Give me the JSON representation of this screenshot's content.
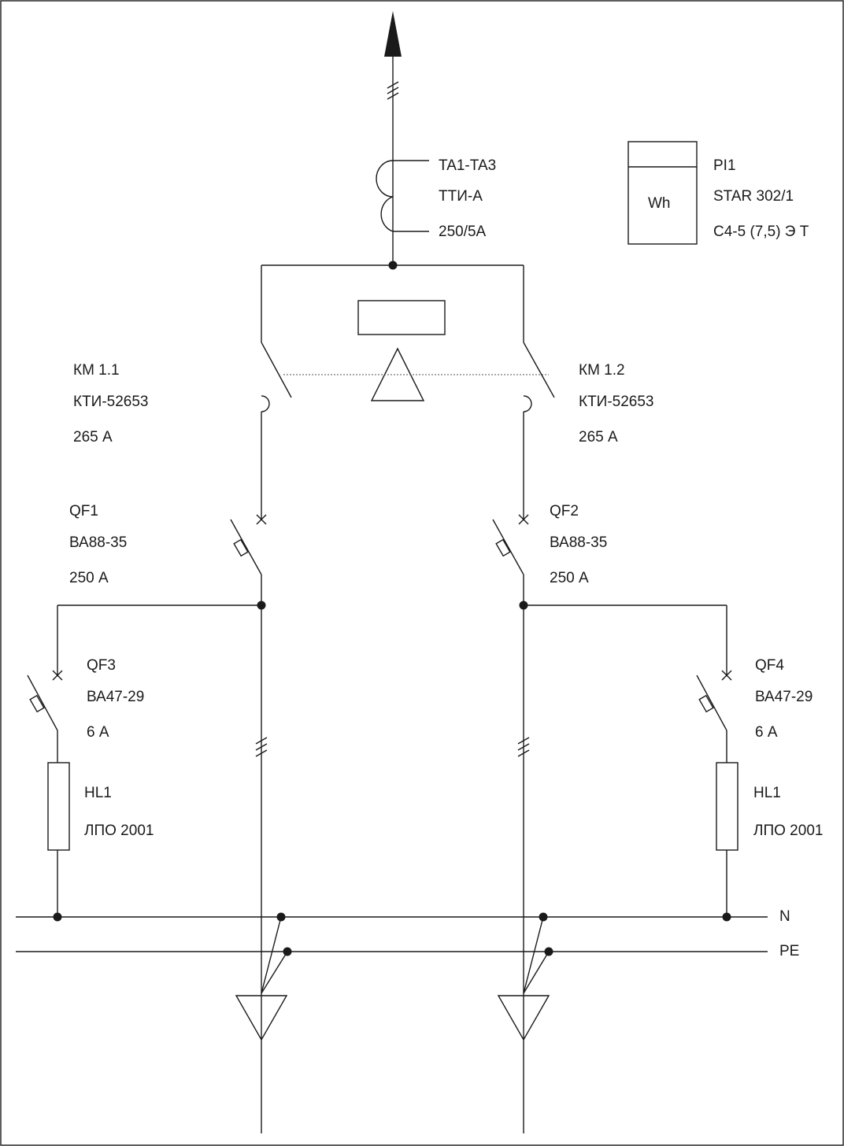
{
  "transformer": {
    "designation": "TA1-TA3",
    "type": "ТТИ-А",
    "ratio": "250/5А"
  },
  "meter": {
    "symbol": "Wh",
    "designation": "PI1",
    "model": "STAR 302/1",
    "spec": "С4-5 (7,5) Э Т"
  },
  "contactor_1": {
    "designation": "КМ 1.1",
    "type": "КТИ-52653",
    "rating": "265 А"
  },
  "contactor_2": {
    "designation": "КМ 1.2",
    "type": "КТИ-52653",
    "rating": "265 А"
  },
  "breaker_qf1": {
    "designation": "QF1",
    "type": "ВА88-35",
    "rating": "250 А"
  },
  "breaker_qf2": {
    "designation": "QF2",
    "type": "ВА88-35",
    "rating": "250 А"
  },
  "breaker_qf3": {
    "designation": "QF3",
    "type": "ВА47-29",
    "rating": "6 А"
  },
  "breaker_qf4": {
    "designation": "QF4",
    "type": "ВА47-29",
    "rating": "6 А"
  },
  "lamp_left": {
    "designation": "HL1",
    "type": "ЛПО 2001"
  },
  "lamp_right": {
    "designation": "HL1",
    "type": "ЛПО 2001"
  },
  "bus_n": {
    "label": "N"
  },
  "bus_pe": {
    "label": "PE"
  }
}
